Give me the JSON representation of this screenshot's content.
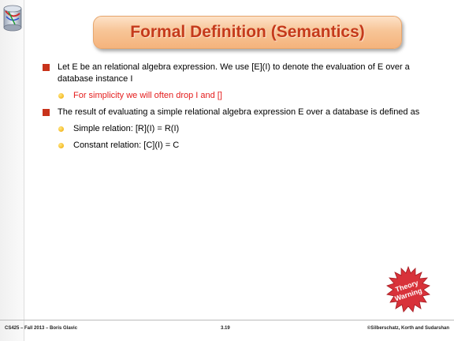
{
  "slide": {
    "title": "Formal Definition (Semantics)",
    "bullets": [
      {
        "level": 1,
        "text": "Let E be an relational algebra expression. We use [E](I) to denote the evaluation of E over a database instance I"
      },
      {
        "level": 2,
        "text": "For simplicity we will often drop I and []",
        "color": "#e41b1b"
      },
      {
        "level": 1,
        "text": "The result of evaluating a simple relational algebra expression E over a database is defined as"
      },
      {
        "level": 2,
        "text": "Simple relation: [R](I) = R(I)"
      },
      {
        "level": 2,
        "text": "Constant relation: [C](I) = C"
      }
    ],
    "stamp": {
      "line1": "Theory",
      "line2": "Warning",
      "color": "#d8323a"
    },
    "footer": {
      "left": "CS425 – Fall 2013 – Boris Glavic",
      "center": "3.19",
      "right": "©Silberschatz, Korth and Sudarshan"
    },
    "colors": {
      "accent": "#c8331b",
      "title_text": "#c53a1b"
    }
  }
}
